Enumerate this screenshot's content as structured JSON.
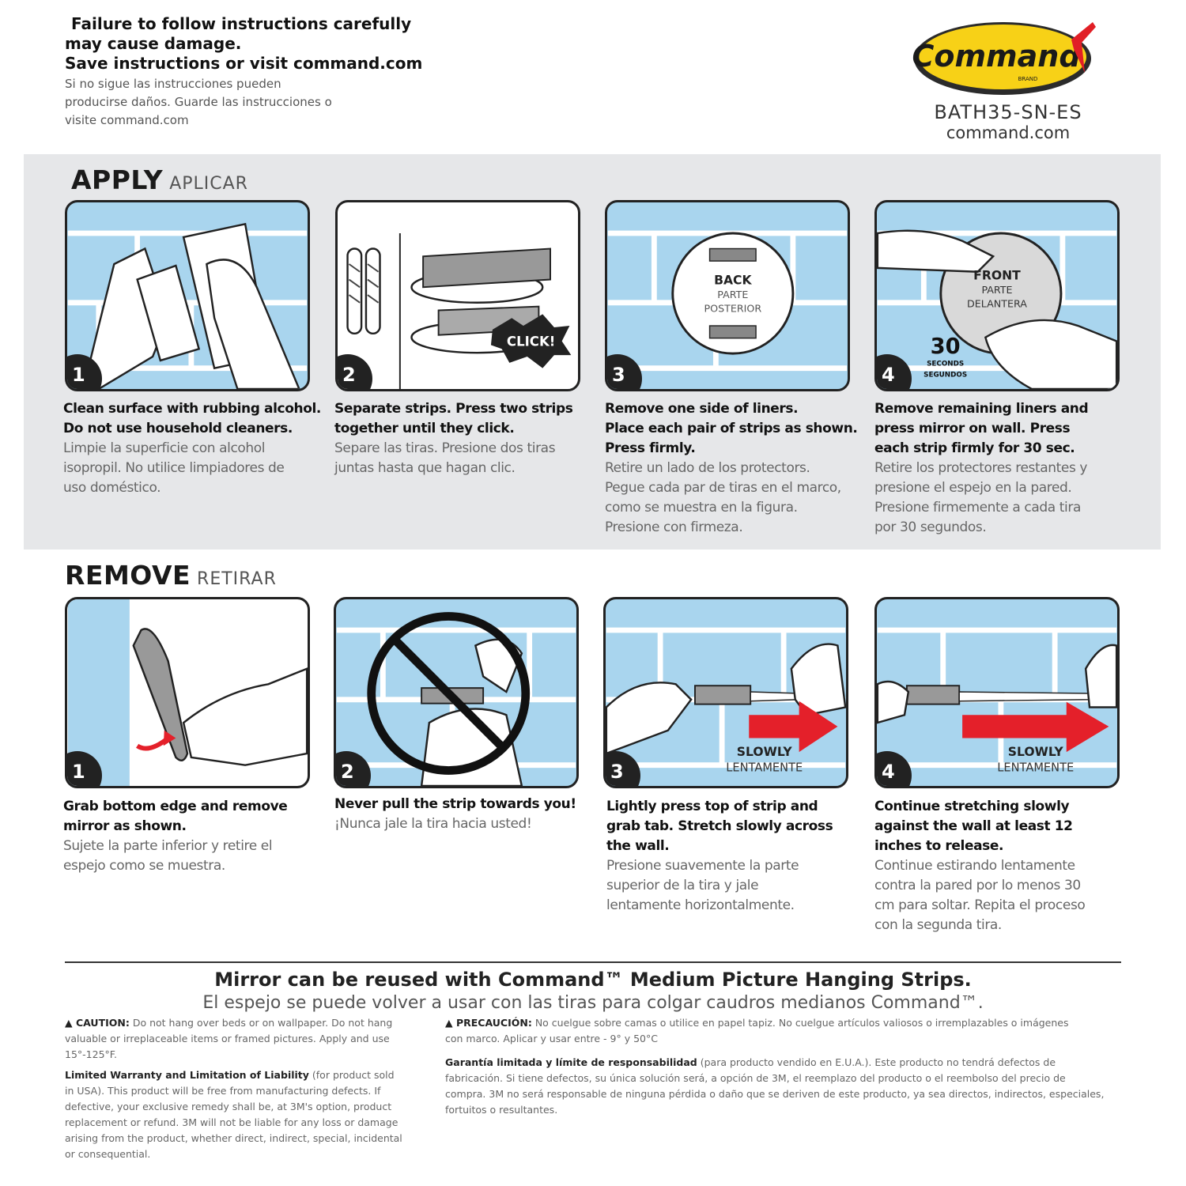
{
  "header": {
    "warning_en_1": "Failure to follow instructions carefully",
    "warning_en_2": "may cause damage.",
    "warning_en_3": "Save instructions or visit command.com",
    "warning_es": "Si no sigue las instrucciones pueden producirse daños. Guarde las instrucciones o visite command.com"
  },
  "brand": {
    "logo_text": "Command",
    "logo_sub": "BRAND",
    "sku": "BATH35-SN-ES",
    "website": "command.com",
    "colors": {
      "logo_yellow": "#f7d117",
      "logo_red": "#e11f26",
      "tile_blue": "#a9d5ee",
      "arrow_red": "#e4202a"
    }
  },
  "apply": {
    "title": "APPLY",
    "subtitle": "APLICAR",
    "steps": [
      {
        "number": "1",
        "en": [
          "Clean surface with rubbing alcohol.",
          "Do not use household cleaners."
        ],
        "es": [
          "Limpie la superficie con alcohol",
          "isopropil. No utilice limpiadores de",
          "uso doméstico."
        ],
        "illustration": "bottle-and-wipe-icon"
      },
      {
        "number": "2",
        "en": [
          "Separate strips. Press two strips",
          "together until they click."
        ],
        "es": [
          "Separe las tiras. Presione dos tiras",
          "juntas hasta que hagan clic."
        ],
        "illustration": "strips-click-icon",
        "burst_label": "CLICK!"
      },
      {
        "number": "3",
        "en": [
          "Remove one side of liners.",
          "Place each pair of strips as shown.",
          "Press firmly."
        ],
        "es": [
          "Retire un lado de los protectors.",
          "Pegue cada par de tiras en el marco,",
          "como se muestra en la figura.",
          "Presione con firmeza."
        ],
        "illustration": "mirror-back-icon",
        "label_en": "BACK",
        "label_es_1": "PARTE",
        "label_es_2": "POSTERIOR"
      },
      {
        "number": "4",
        "en": [
          "Remove remaining liners and",
          "press mirror on wall. Press",
          "each strip firmly for 30 sec."
        ],
        "es": [
          "Retire los protectores restantes y",
          "presione el espejo en la pared.",
          "Presione firmemente a cada tira",
          "por 30 segundos."
        ],
        "illustration": "mirror-front-press-icon",
        "label_en": "FRONT",
        "label_es_1": "PARTE",
        "label_es_2": "DELANTERA",
        "timer": "30",
        "timer_en": "SECONDS",
        "timer_es": "SEGUNDOS"
      }
    ]
  },
  "remove": {
    "title": "REMOVE",
    "subtitle": "RETIRAR",
    "steps": [
      {
        "number": "1",
        "en": [
          "Grab bottom edge and remove",
          "mirror as shown."
        ],
        "es": [
          "Sujete la parte inferior y retire el",
          "espejo como se muestra."
        ],
        "illustration": "grab-mirror-icon"
      },
      {
        "number": "2",
        "en": [
          "Never pull the strip towards you!"
        ],
        "es": [
          "¡Nunca jale la tira hacia usted!"
        ],
        "illustration": "no-pull-icon"
      },
      {
        "number": "3",
        "en": [
          "Lightly press top of strip and",
          "grab tab. Stretch slowly across",
          "the wall."
        ],
        "es": [
          "Presione suavemente la parte",
          "superior de la tira y jale",
          "lentamente horizontalmente."
        ],
        "illustration": "stretch-strip-icon",
        "arrow_en": "SLOWLY",
        "arrow_es": "LENTAMENTE"
      },
      {
        "number": "4",
        "en": [
          "Continue stretching slowly",
          "against the wall at least 12",
          "inches to release."
        ],
        "es": [
          "Continue estirando lentamente",
          "contra la pared por lo menos 30",
          "cm para soltar. Repita el proceso",
          "con la segunda tira."
        ],
        "illustration": "stretch-release-icon",
        "arrow_en": "SLOWLY",
        "arrow_es": "LENTAMENTE"
      }
    ]
  },
  "footer": {
    "reuse_en": "Mirror can be reused with Command™ Medium Picture Hanging Strips.",
    "reuse_es": "El espejo se puede volver a usar con las tiras para colgar caudros medianos Command™.",
    "caution_label": "CAUTION:",
    "caution_text": "Do not hang over beds or on wallpaper. Do not hang valuable or irreplaceable items or framed pictures. Apply and use 15°-125°F.",
    "warranty_label": "Limited Warranty and Limitation of Liability",
    "warranty_text": "(for product sold in USA). This product will be free from manufacturing defects. If defective, your exclusive remedy shall be, at 3M's option, product replacement or refund. 3M will not be liable for any loss or damage arising from the product, whether direct, indirect, special, incidental or consequential.",
    "precaucion_label": "PRECAUCIÓN:",
    "precaucion_text": "No cuelgue sobre camas o utilice en papel tapiz. No cuelgue artículos valiosos o irremplazables o imágenes con marco. Aplicar y usar entre - 9° y 50°C",
    "garantia_label": "Garantía limitada y límite de responsabilidad",
    "garantia_text": "(para producto vendido en E.U.A.). Este producto no tendrá defectos de fabricación. Si tiene defectos, su única solución será, a opción de 3M, el reemplazo del producto o el reembolso del precio de compra. 3M no será responsable de ninguna pérdida o daño que se deriven de este producto, ya sea directos, indirectos, especiales, fortuitos o resultantes."
  }
}
